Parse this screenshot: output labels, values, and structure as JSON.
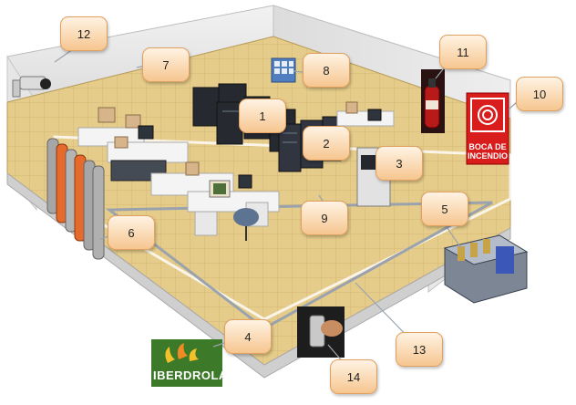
{
  "callouts": [
    "1",
    "2",
    "3",
    "4",
    "5",
    "6",
    "7",
    "8",
    "9",
    "10",
    "11",
    "12",
    "13",
    "14"
  ],
  "fire_hose_sign": {
    "line1": "BOCA DE",
    "line2": "INCENDIO"
  },
  "logo": {
    "text": "IBERDROLA"
  },
  "colors": {
    "callout_fill": "#f6c690",
    "floor": "#e5cc8a",
    "sign_red": "#d91c1c",
    "logo_green": "#3c7a2a"
  }
}
